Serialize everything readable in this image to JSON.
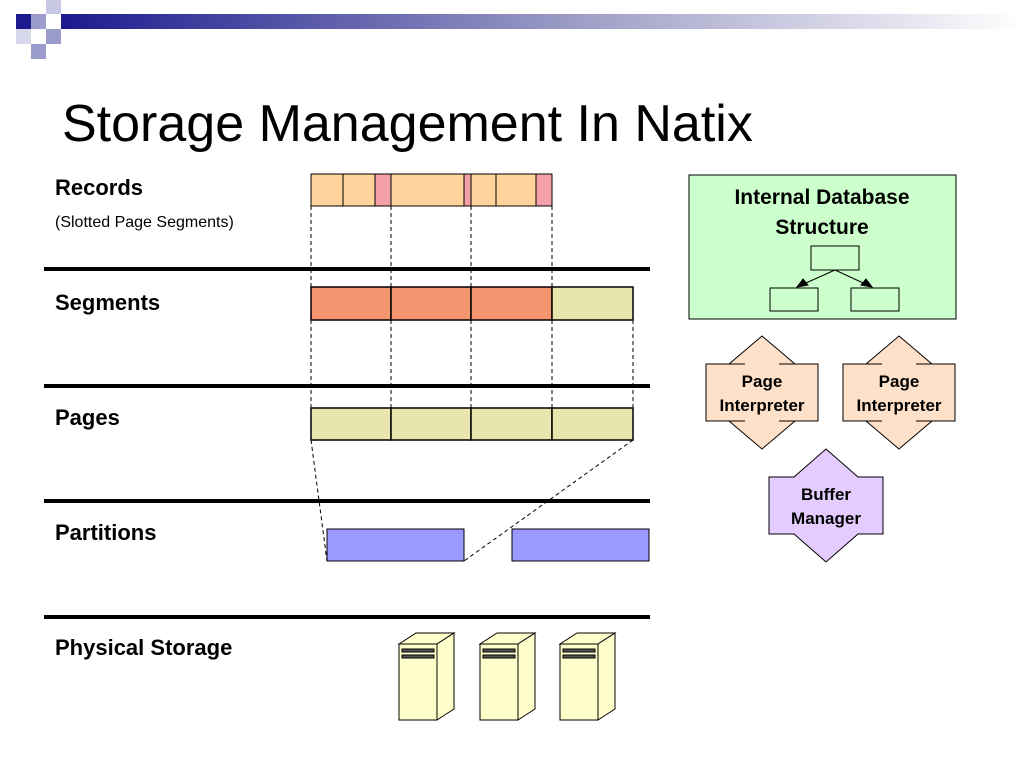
{
  "title": "Storage Management In Natix",
  "layers": [
    {
      "label": "Records",
      "sublabel": "(Slotted Page Segments)"
    },
    {
      "label": "Segments"
    },
    {
      "label": "Pages"
    },
    {
      "label": "Partitions"
    },
    {
      "label": "Physical Storage"
    }
  ],
  "internal_structure": {
    "line1": "Internal Database",
    "line2": "Structure"
  },
  "page_interpreter": {
    "line1": "Page",
    "line2": "Interpreter"
  },
  "buffer_manager": {
    "line1": "Buffer",
    "line2": "Manager"
  },
  "colors": {
    "record_fill": "#FFD39B",
    "record_header": "#F4A0A8",
    "segment_fill": "#F4956F",
    "page_fill": "#E8E6AE",
    "partition_fill": "#9999FF",
    "server_fill": "#FFFFCC",
    "internal_box_fill": "#CCFFCC",
    "interpreter_fill": "#FFE0C8",
    "buffer_fill": "#E5CCFF",
    "title_bar_blue": "#1B1B8F"
  }
}
